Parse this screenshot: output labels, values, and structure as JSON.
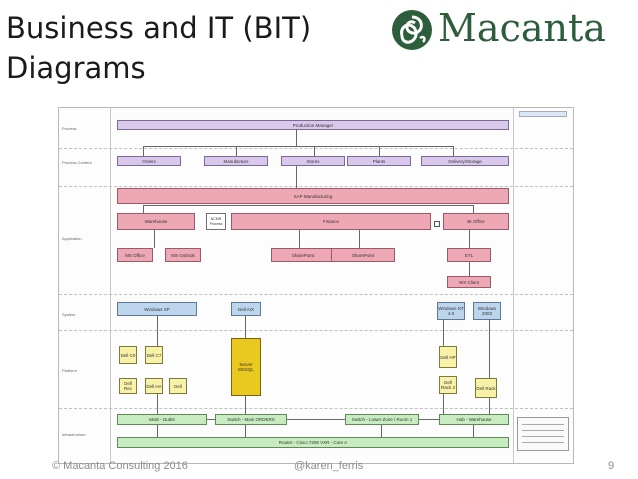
{
  "slide": {
    "title_line1": "Business and IT (BIT)",
    "title_line2": "Diagrams",
    "page_number": "9"
  },
  "logo": {
    "text": "Macanta",
    "color": "#2d5e3c"
  },
  "footer": {
    "left": "© Macanta Consulting 2016",
    "center": "@karen_ferris"
  },
  "diagram": {
    "band_labels": [
      "Process",
      "Process Content",
      "Application",
      "System",
      "Platform",
      "Infrastructure"
    ],
    "boxes": {
      "production_manager": "Production Manager",
      "orders": "Orders",
      "manufacture": "Manufacture",
      "stores": "Stores",
      "plants": "Plants",
      "delivery_storage": "Delivery/Storage",
      "sap_erp": "SAP Manufacturing",
      "warehouse": "Warehouse",
      "ncmr": "NCMR Process",
      "finance": "Finance",
      "bi_office": "BI Office",
      "ms_office": "MS Office",
      "ms_outlook": "MS Outlook",
      "sharepoint": "SharePoint",
      "sharepoint2": "SharePoint",
      "etl": "ETL",
      "wx_client": "WX Client",
      "windows_xp": "Windows XP",
      "dell_aix": "Dell AIX",
      "windows_nt": "Windows NT 4.0",
      "windows_2003": "Windows 2003",
      "dell_c0": "Dell C0",
      "dell_c7": "Dell C7",
      "server_main": "Server MSSQL",
      "dell_r1": "Dell Rec",
      "dell_r2": "Dell HA",
      "dell_r3": "Dell",
      "dell_r4": "Dell HP",
      "dell_r5": "Dell Rack 3",
      "dell_r6": "Dell Rack",
      "multi_outlet": "Multi - Outlet",
      "switch_main": "Switch - Main ORDERS",
      "switch_lower": "Switch - Lower Zone / Room 1",
      "hub_warehouse": "Hub - Warehouse",
      "router": "Router - Cisco 7206 VXR - Core A"
    },
    "colors": {
      "process": "#d9c8ec",
      "application": "#eea7b5",
      "system": "#bcd4ec",
      "platform": "#f7f2a7",
      "infrastructure": "#c6ecc0",
      "server": "#e9c820"
    }
  }
}
